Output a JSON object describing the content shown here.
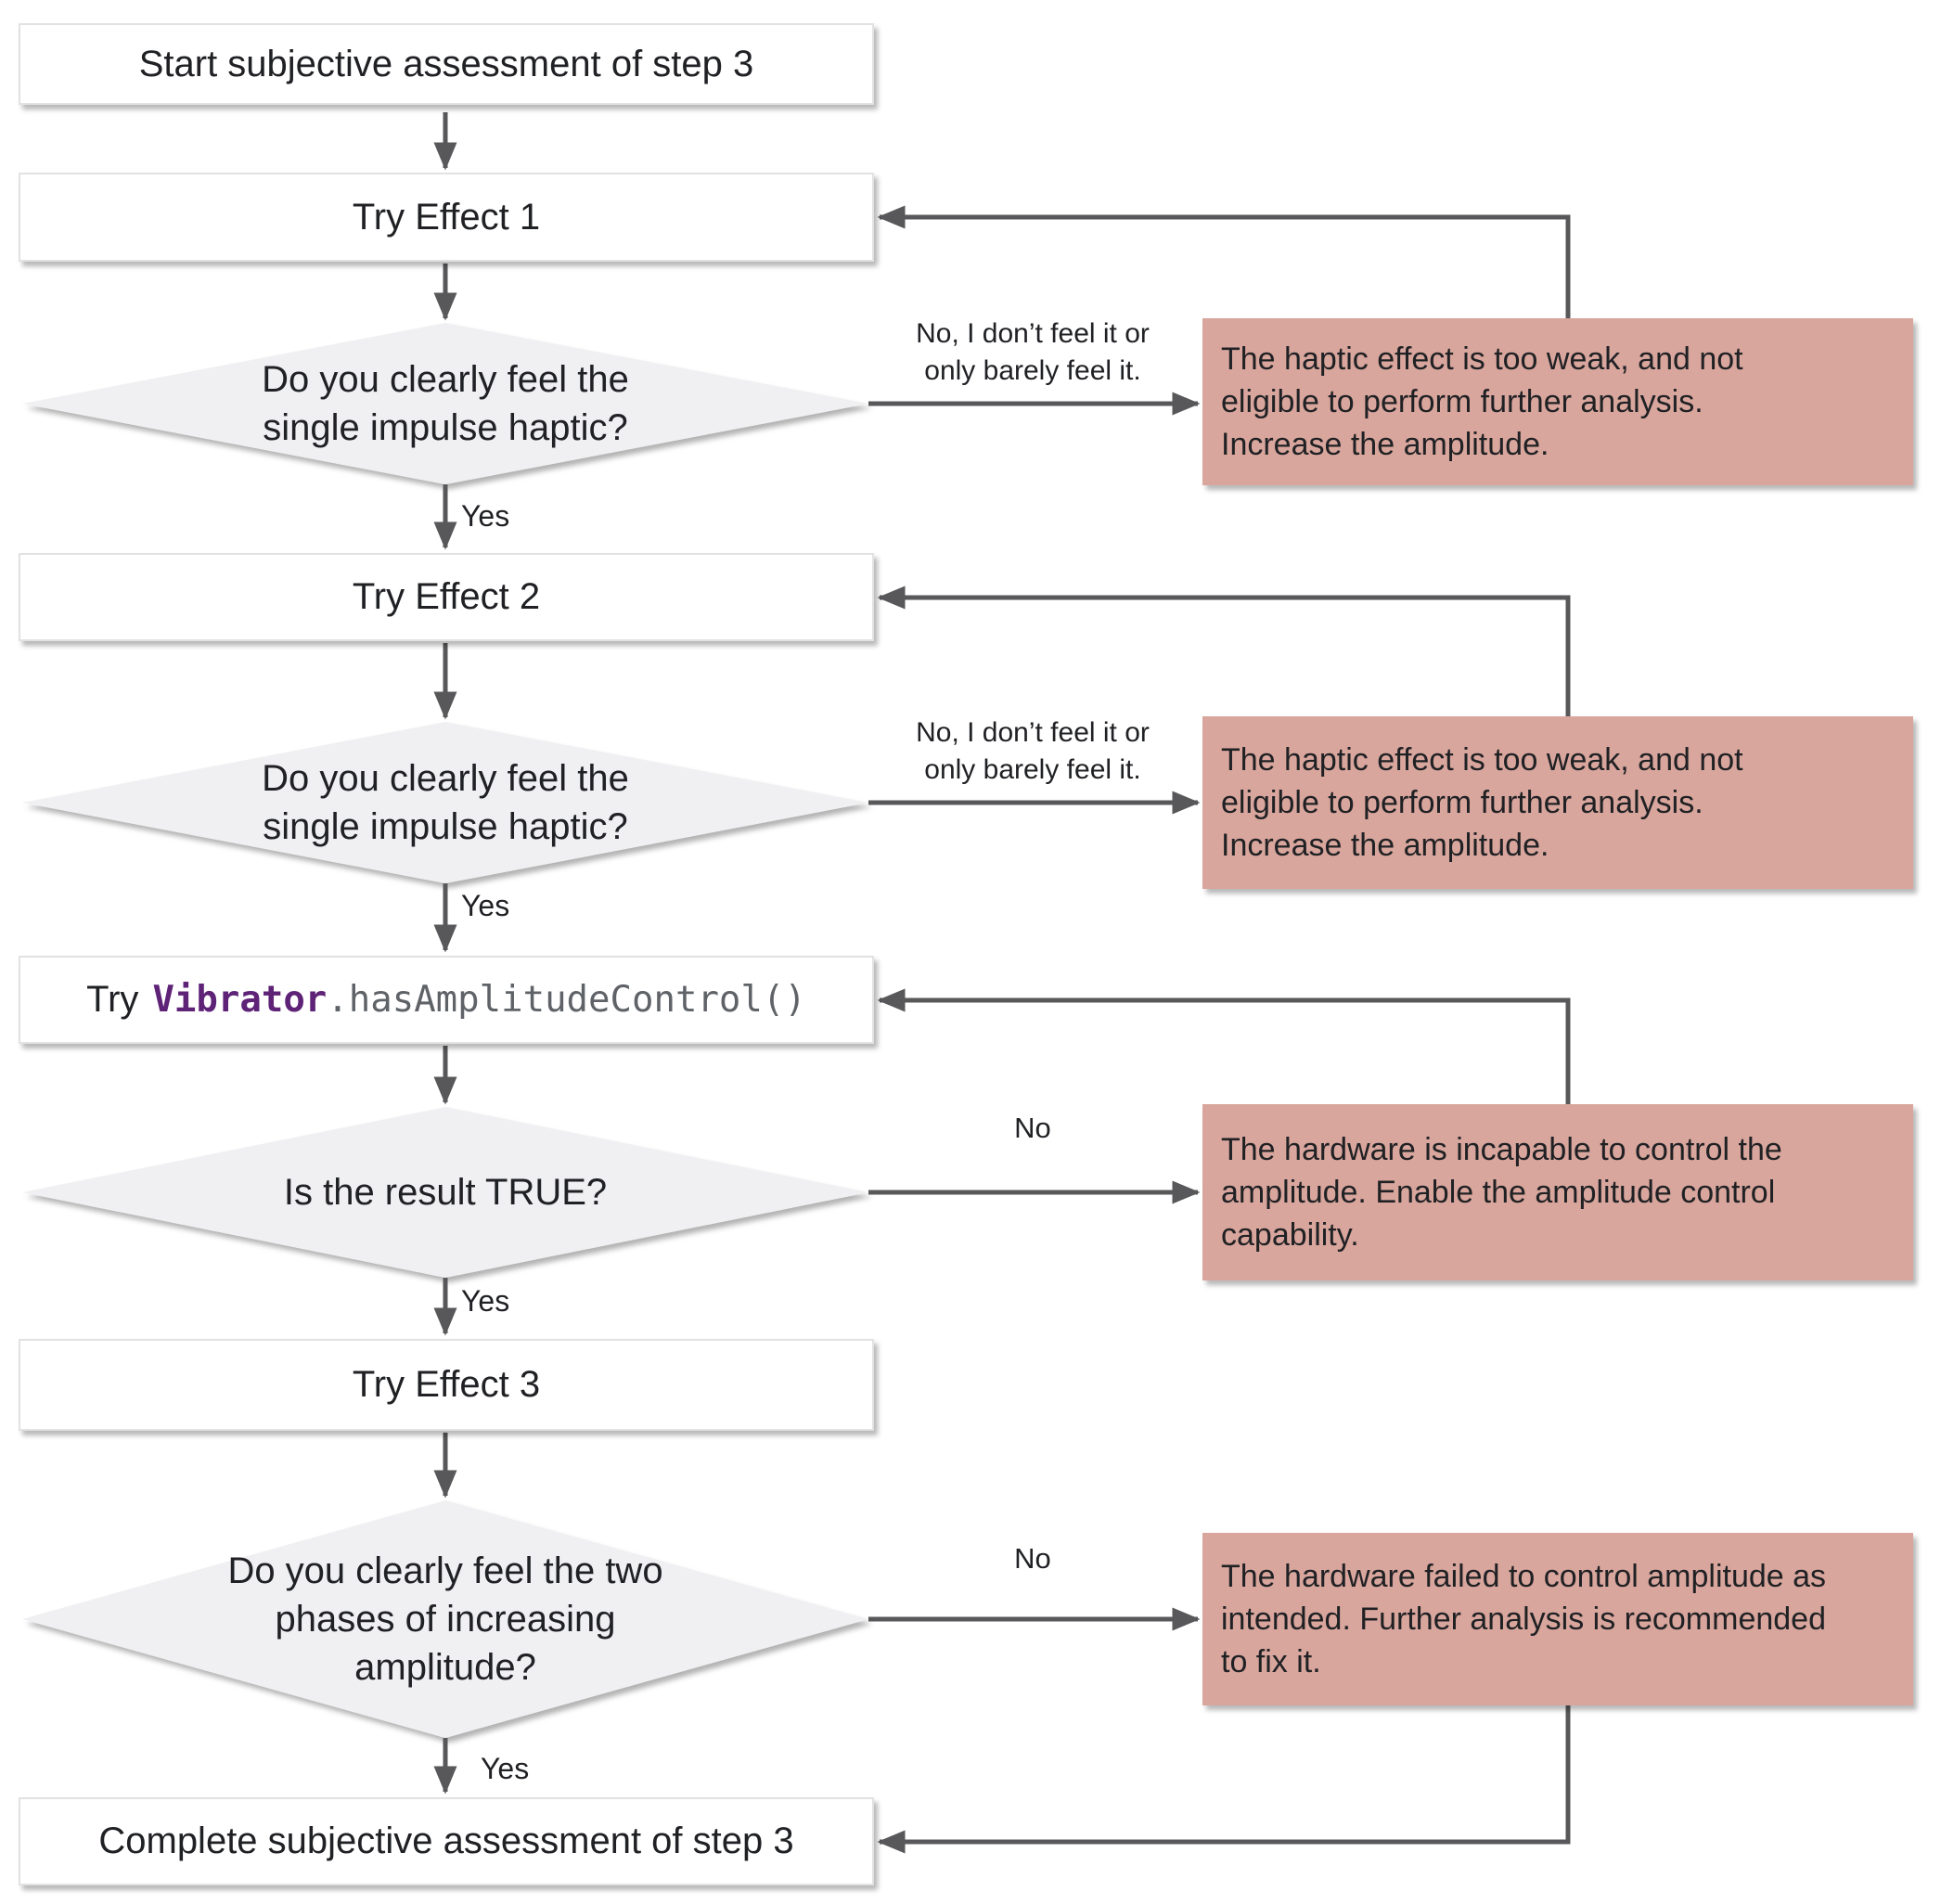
{
  "colors": {
    "warning_fill": "#d9a69d",
    "decision_fill": "#f0f0f2",
    "connector": "#58585a",
    "box_border": "#e2e2e2",
    "text": "#202124",
    "code_class_color": "#5e2277",
    "code_method_color": "#5f6368"
  },
  "nodes": {
    "start": {
      "label": "Start subjective assessment of step 3"
    },
    "try_effect_1": {
      "label": "Try Effect 1"
    },
    "decision_1": {
      "lines": [
        "Do you clearly feel the",
        "single impulse haptic?"
      ]
    },
    "try_effect_2": {
      "label": "Try Effect 2"
    },
    "decision_2": {
      "lines": [
        "Do you clearly feel the",
        "single impulse haptic?"
      ]
    },
    "try_amplitude_api": {
      "prefix": "Try",
      "code_class": "Vibrator",
      "code_rest": ".hasAmplitudeControl()"
    },
    "decision_3": {
      "lines": [
        "Is the result TRUE?"
      ]
    },
    "try_effect_3": {
      "label": "Try Effect 3"
    },
    "decision_4": {
      "lines": [
        "Do you clearly feel the two",
        "phases of increasing",
        "amplitude?"
      ]
    },
    "complete": {
      "label": "Complete subjective assessment of step 3"
    }
  },
  "warnings": [
    {
      "lines": [
        "The haptic effect is too weak, and not",
        "eligible to perform further analysis.",
        "Increase the amplitude."
      ]
    },
    {
      "lines": [
        "The haptic effect is too weak, and not",
        "eligible to perform further analysis.",
        "Increase the amplitude."
      ]
    },
    {
      "lines": [
        "The hardware is incapable to control the",
        "amplitude. Enable the amplitude control",
        "capability."
      ]
    },
    {
      "lines": [
        "The hardware failed to control amplitude as",
        "intended. Further analysis is recommended",
        "to fix it."
      ]
    }
  ],
  "edge_labels": {
    "yes": "Yes",
    "no": "No",
    "no_weak": [
      "No, I don’t feel it or",
      "only barely feel it."
    ]
  }
}
